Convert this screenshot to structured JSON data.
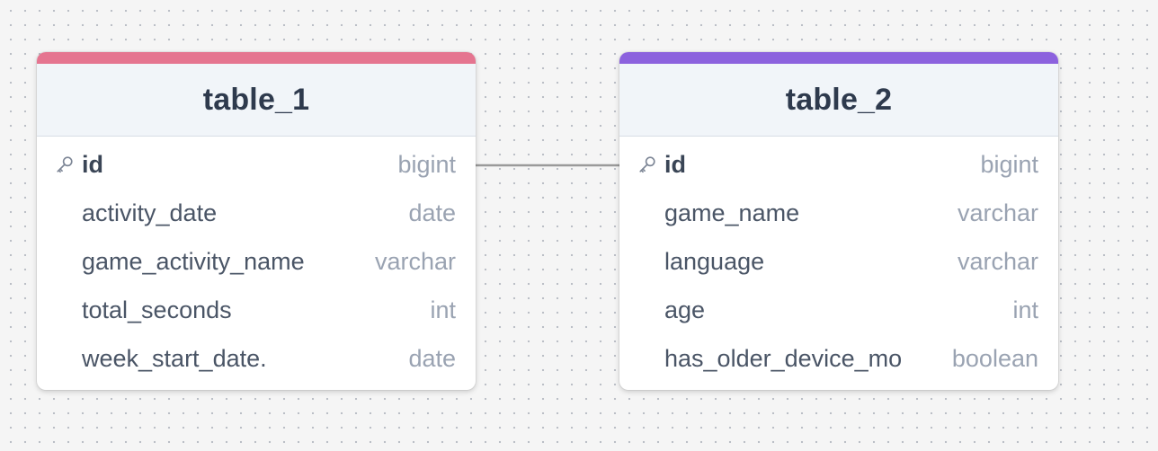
{
  "relation": {
    "from": "table_1.id",
    "to": "table_2.id"
  },
  "tables": [
    {
      "name": "table_1",
      "accent_color": "#e57590",
      "columns": [
        {
          "name": "id",
          "type": "bigint",
          "primary_key": true
        },
        {
          "name": "activity_date",
          "type": "date",
          "primary_key": false
        },
        {
          "name": "game_activity_name",
          "type": "varchar",
          "primary_key": false
        },
        {
          "name": "total_seconds",
          "type": "int",
          "primary_key": false
        },
        {
          "name": "week_start_date.",
          "type": "date",
          "primary_key": false
        }
      ]
    },
    {
      "name": "table_2",
      "accent_color": "#8c62de",
      "columns": [
        {
          "name": "id",
          "type": "bigint",
          "primary_key": true
        },
        {
          "name": "game_name",
          "type": "varchar",
          "primary_key": false
        },
        {
          "name": "language",
          "type": "varchar",
          "primary_key": false
        },
        {
          "name": "age",
          "type": "int",
          "primary_key": false
        },
        {
          "name": "has_older_device_mo",
          "type": "boolean",
          "primary_key": false
        }
      ]
    }
  ],
  "icons": {
    "primary_key": "key-icon"
  },
  "colors": {
    "relation_line": "#9a9a9a",
    "canvas_background": "#f5f5f5"
  }
}
